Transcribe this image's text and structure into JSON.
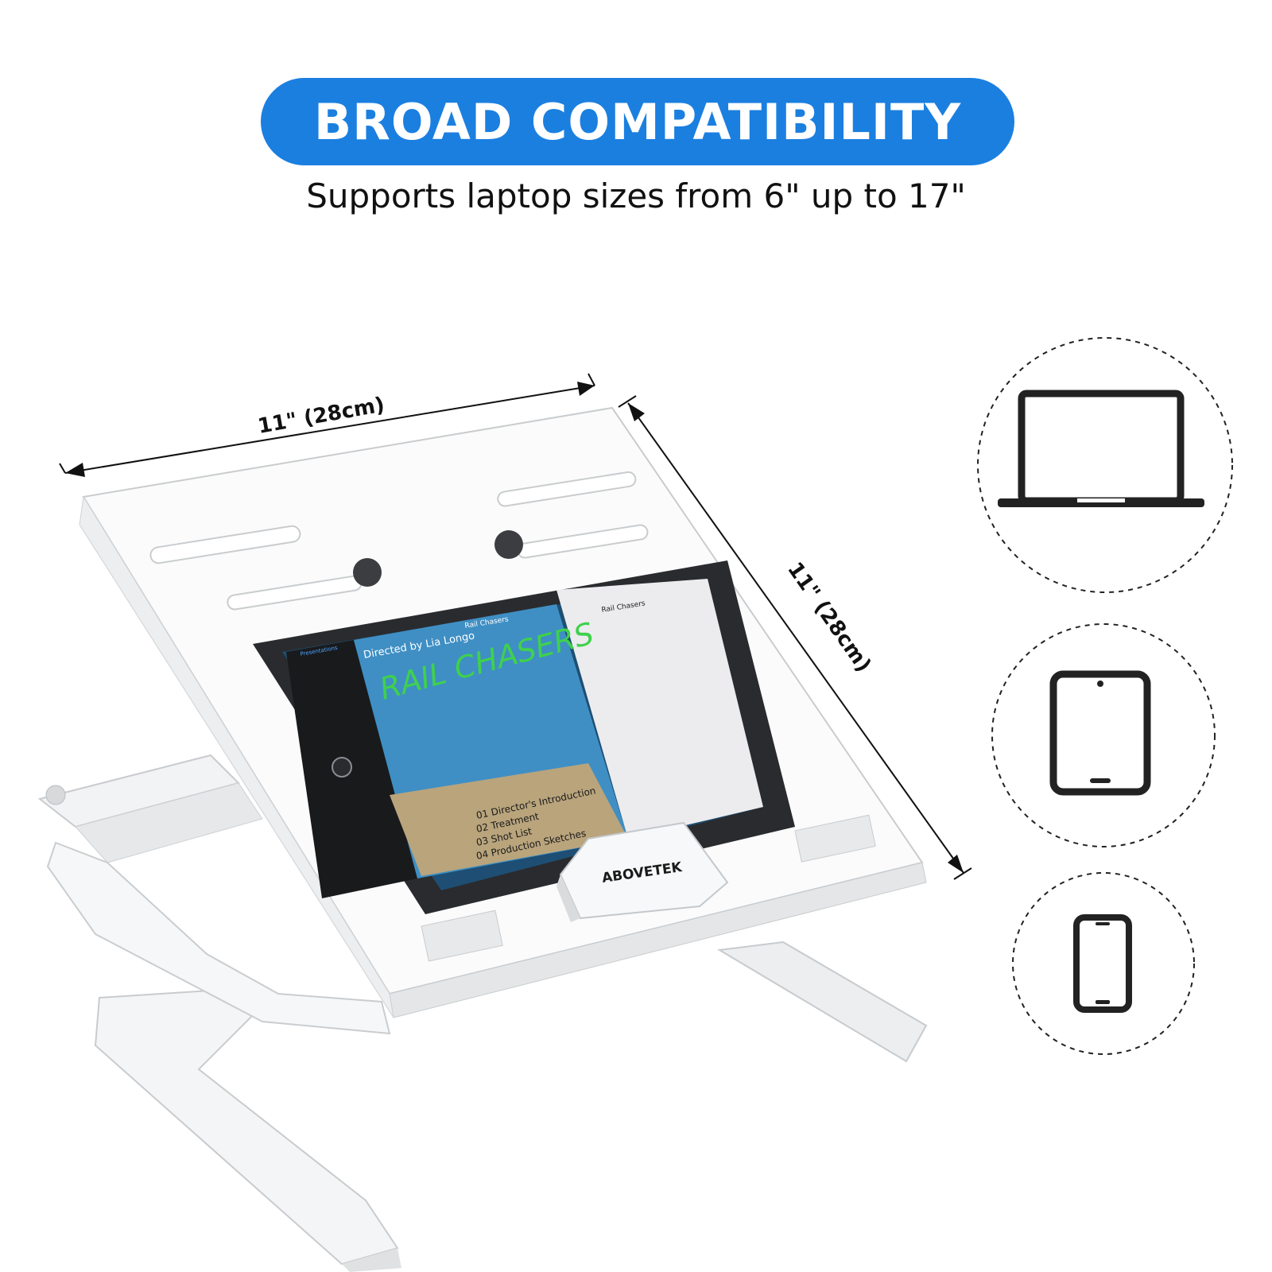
{
  "banner": {
    "title": "BROAD COMPATIBILITY",
    "color": "#1b7fe0"
  },
  "subtitle": "Supports laptop sizes from 6\" up to 17\"",
  "dimensions": {
    "width_label": "11\" (28cm)",
    "depth_label": "11\" (28cm)"
  },
  "product": {
    "brand": "ABOVETEK",
    "tablet_screen": {
      "app_title": "Rail Chasers",
      "panel_title": "Rail Chasers",
      "sidebar_header": "Presentations",
      "slide_heading": "Directed by Lia Longo",
      "graffiti_text": "RAIL CHASERS",
      "agenda": [
        {
          "num": "01",
          "text": "Director's Introduction"
        },
        {
          "num": "02",
          "text": "Treatment"
        },
        {
          "num": "03",
          "text": "Shot List"
        },
        {
          "num": "04",
          "text": "Production Sketches"
        }
      ]
    }
  },
  "devices": [
    {
      "name": "laptop",
      "icon": "laptop-icon"
    },
    {
      "name": "tablet",
      "icon": "tablet-icon"
    },
    {
      "name": "phone",
      "icon": "smartphone-icon"
    }
  ]
}
